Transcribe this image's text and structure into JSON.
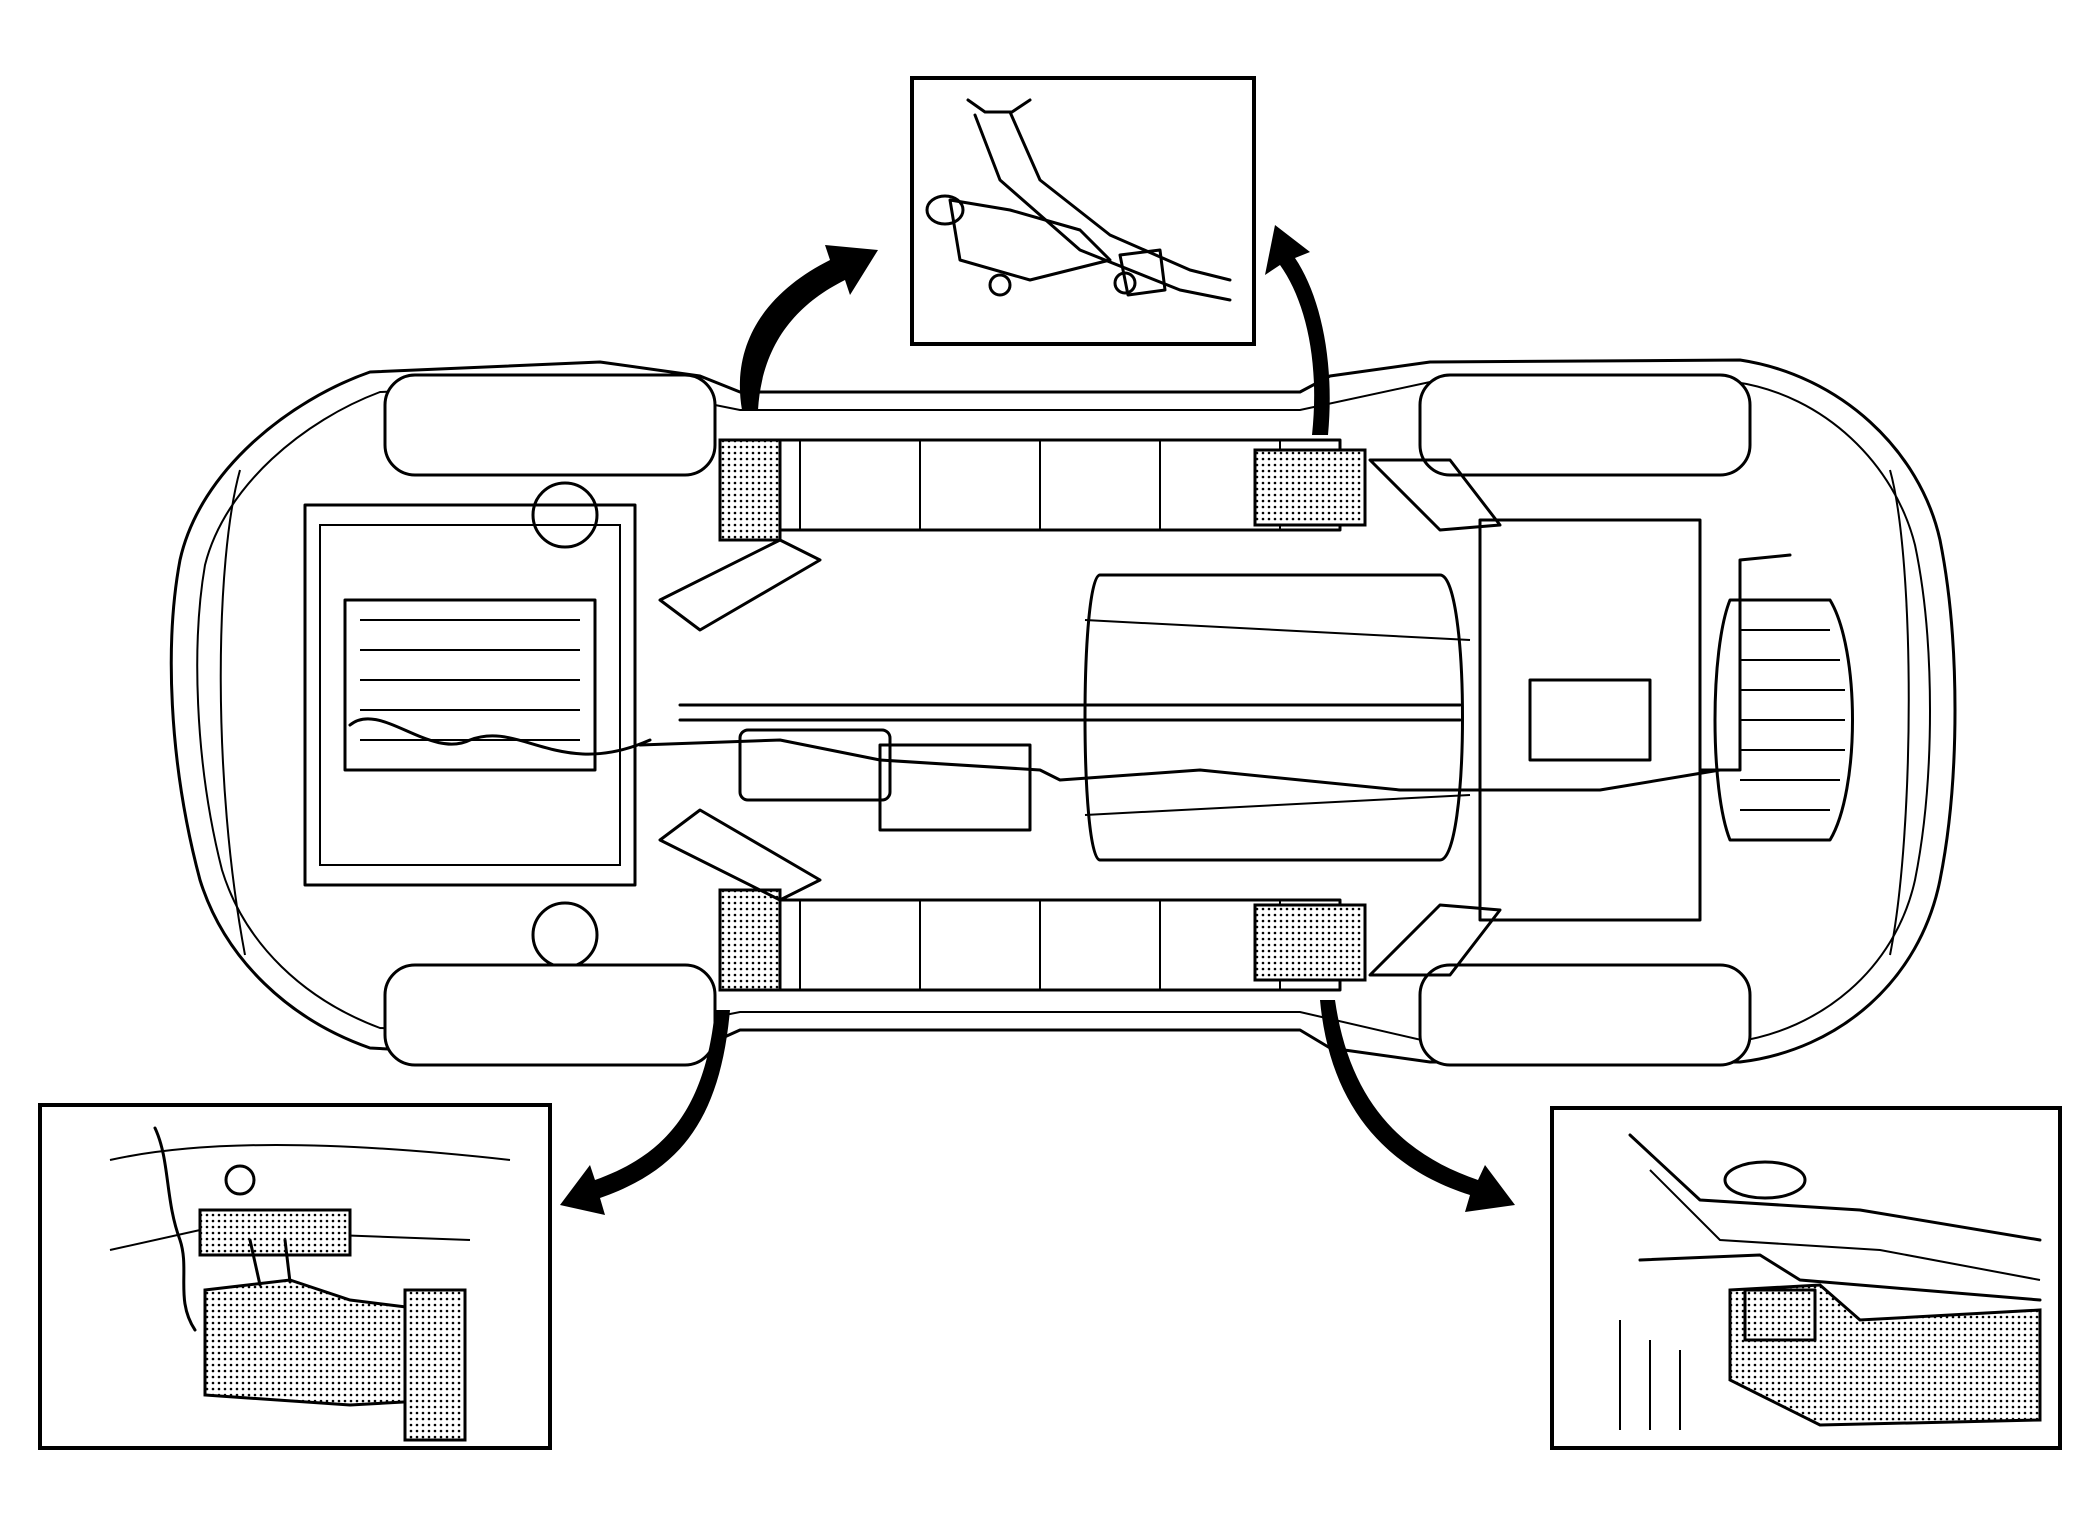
{
  "figure": {
    "type": "vehicle-underbody-lift-point-diagram",
    "ink_color": "#000000",
    "background_color": "#ffffff",
    "highlight_pattern": "stippled-dots"
  },
  "callouts": [
    {
      "id": "front-left-lift-point",
      "inset_subject": "floor-jack-saddle"
    },
    {
      "id": "front-right-lift-point",
      "inset_subject": "pinch-weld-lift-pad"
    },
    {
      "id": "rear-right-lift-point",
      "inset_subject": "rear-subframe-lift-pad"
    },
    {
      "id": "rear-left-lift-point",
      "inset_subject": "rear-subframe-lift-pad"
    }
  ]
}
